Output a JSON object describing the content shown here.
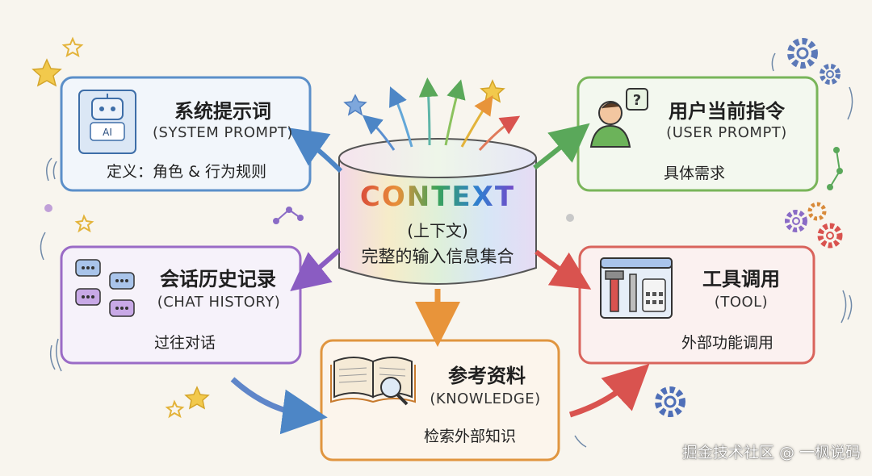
{
  "center": {
    "title": "CONTEXT",
    "subtitle": "(上下文)",
    "description": "完整的输入信息集合"
  },
  "nodes": {
    "system": {
      "title": "系统提示词",
      "en": "(SYSTEM PROMPT)",
      "desc": "定义：角色 & 行为规则",
      "icon_label": "AI",
      "color": "#5b8fc9"
    },
    "user": {
      "title": "用户当前指令",
      "en": "(USER PROMPT)",
      "desc": "具体需求",
      "icon_label": "?",
      "color": "#79b55a"
    },
    "history": {
      "title": "会话历史记录",
      "en": "(CHAT HISTORY)",
      "desc": "过往对话",
      "color": "#9a6bc6"
    },
    "tool": {
      "title": "工具调用",
      "en": "(TOOL)",
      "desc": "外部功能调用",
      "color": "#d9645c"
    },
    "knowledge": {
      "title": "参考资料",
      "en": "(KNOWLEDGE)",
      "desc": "检索外部知识",
      "color": "#e0953f"
    }
  },
  "watermark": "掘金技术社区 @ 一枫说码"
}
